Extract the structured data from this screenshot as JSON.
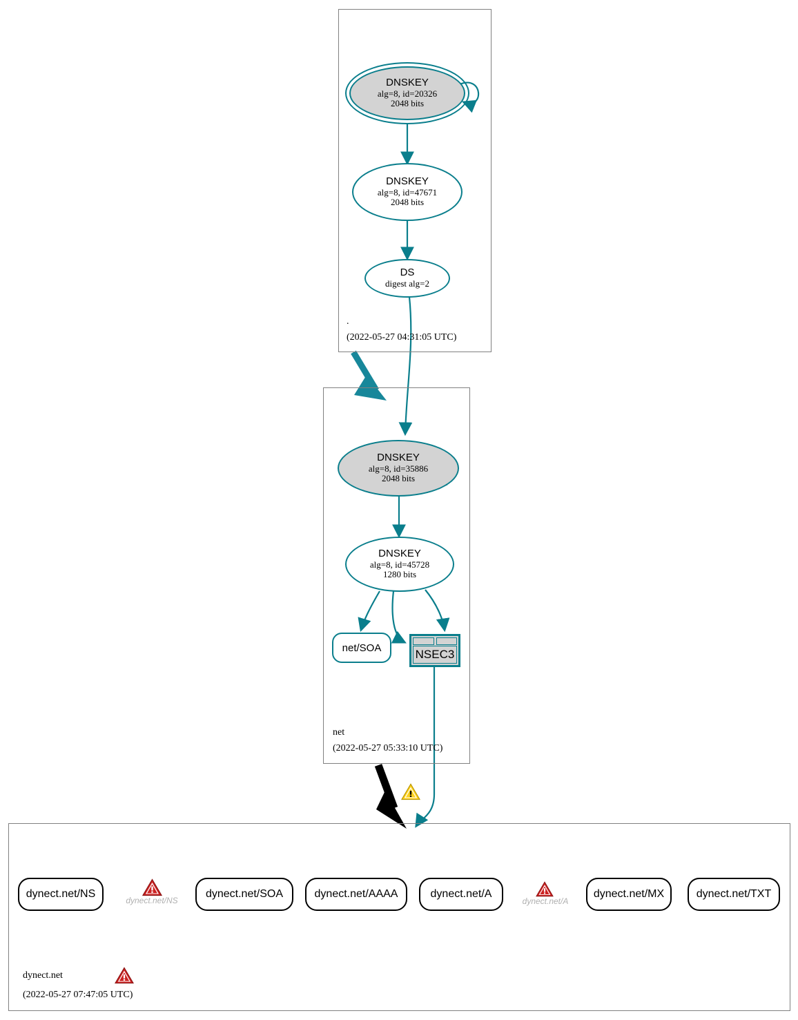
{
  "diagram": {
    "title": "DNSSEC authentication chain for dynect.net",
    "accent_teal": "#0a7e8c",
    "fill_grey": "#d3d3d3",
    "border_grey": "#808080",
    "warn_red": "#cc2222",
    "warn_yellow": "#ffd21e"
  },
  "zones": [
    {
      "name": "root-zone",
      "label": ".",
      "timestamp": "(2022-05-27 04:31:05 UTC)"
    },
    {
      "name": "net-zone",
      "label": "net",
      "timestamp": "(2022-05-27 05:33:10 UTC)"
    },
    {
      "name": "dynect-net-zone",
      "label": "dynect.net",
      "timestamp": "(2022-05-27 07:47:05 UTC)"
    }
  ],
  "root_nodes": {
    "ksk": {
      "type": "DNSKEY",
      "line1": "DNSKEY",
      "line2": "alg=8, id=20326",
      "line3": "2048 bits",
      "alg": 8,
      "key_id": 20326,
      "key_size": "2048 bits",
      "is_sep": true,
      "self_signed": true
    },
    "zsk": {
      "type": "DNSKEY",
      "line1": "DNSKEY",
      "line2": "alg=8, id=47671",
      "line3": "2048 bits",
      "alg": 8,
      "key_id": 47671,
      "key_size": "2048 bits",
      "is_sep": false,
      "self_signed": false
    },
    "ds": {
      "type": "DS",
      "line1": "DS",
      "line2": "digest alg=2",
      "digest_alg": 2
    }
  },
  "net_nodes": {
    "ksk": {
      "type": "DNSKEY",
      "line1": "DNSKEY",
      "line2": "alg=8, id=35886",
      "line3": "2048 bits",
      "alg": 8,
      "key_id": 35886,
      "key_size": "2048 bits",
      "is_sep": true,
      "self_signed": true
    },
    "zsk": {
      "type": "DNSKEY",
      "line1": "DNSKEY",
      "line2": "alg=8, id=45728",
      "line3": "1280 bits",
      "alg": 8,
      "key_id": 45728,
      "key_size": "1280 bits",
      "is_sep": false,
      "self_signed": false
    },
    "soa": {
      "label": "net/SOA"
    },
    "nsec3": {
      "label": "NSEC3"
    }
  },
  "dynect_nodes": [
    {
      "label": "dynect.net/NS",
      "name": "rrset-node-ns"
    },
    {
      "label": "dynect.net/SOA",
      "name": "rrset-node-soa"
    },
    {
      "label": "dynect.net/AAAA",
      "name": "rrset-node-aaaa"
    },
    {
      "label": "dynect.net/A",
      "name": "rrset-node-a"
    },
    {
      "label": "dynect.net/MX",
      "name": "rrset-node-mx"
    },
    {
      "label": "dynect.net/TXT",
      "name": "rrset-node-txt"
    }
  ],
  "warnings": [
    {
      "name": "error-ns",
      "caption": "dynect.net/NS",
      "severity": "error"
    },
    {
      "name": "error-a",
      "caption": "dynect.net/A",
      "severity": "error"
    },
    {
      "name": "error-zone",
      "caption": "",
      "severity": "error"
    },
    {
      "name": "warning-delegation",
      "caption": "",
      "severity": "warning"
    }
  ],
  "icons": {
    "error": "error-triangle-icon",
    "warning": "warning-triangle-icon"
  }
}
